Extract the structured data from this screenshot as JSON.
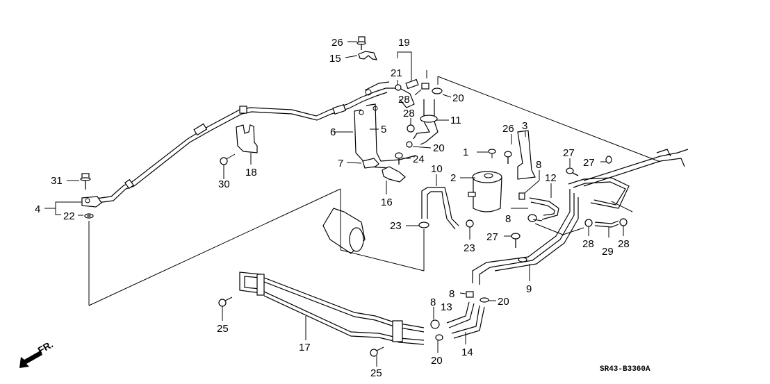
{
  "diagram": {
    "title": "Power Steering Hoses & Pipes",
    "drawing_code": "SR43-B3360A",
    "orientation_label": "FR.",
    "callouts": [
      {
        "id": "c26a",
        "label": "26"
      },
      {
        "id": "c15",
        "label": "15"
      },
      {
        "id": "c19",
        "label": "19"
      },
      {
        "id": "c21",
        "label": "21"
      },
      {
        "id": "c28a",
        "label": "28"
      },
      {
        "id": "c20a",
        "label": "20"
      },
      {
        "id": "c28b",
        "label": "28"
      },
      {
        "id": "c11",
        "label": "11"
      },
      {
        "id": "c6",
        "label": "6"
      },
      {
        "id": "c5",
        "label": "5"
      },
      {
        "id": "c20b",
        "label": "20"
      },
      {
        "id": "c1",
        "label": "1"
      },
      {
        "id": "c26b",
        "label": "26"
      },
      {
        "id": "c3",
        "label": "3"
      },
      {
        "id": "c7",
        "label": "7"
      },
      {
        "id": "c24",
        "label": "24"
      },
      {
        "id": "c10",
        "label": "10"
      },
      {
        "id": "c2",
        "label": "2"
      },
      {
        "id": "c8a",
        "label": "8"
      },
      {
        "id": "c12",
        "label": "12"
      },
      {
        "id": "c27a",
        "label": "27"
      },
      {
        "id": "c27b",
        "label": "27"
      },
      {
        "id": "c31",
        "label": "31"
      },
      {
        "id": "c30",
        "label": "30"
      },
      {
        "id": "c18",
        "label": "18"
      },
      {
        "id": "c16",
        "label": "16"
      },
      {
        "id": "c4",
        "label": "4"
      },
      {
        "id": "c22",
        "label": "22"
      },
      {
        "id": "c23a",
        "label": "23"
      },
      {
        "id": "c23b",
        "label": "23"
      },
      {
        "id": "c8b",
        "label": "8"
      },
      {
        "id": "c27c",
        "label": "27"
      },
      {
        "id": "c28c",
        "label": "28"
      },
      {
        "id": "c29",
        "label": "29"
      },
      {
        "id": "c28d",
        "label": "28"
      },
      {
        "id": "c9",
        "label": "9"
      },
      {
        "id": "c8c",
        "label": "8"
      },
      {
        "id": "c20c",
        "label": "20"
      },
      {
        "id": "c8d",
        "label": "8"
      },
      {
        "id": "c13",
        "label": "13"
      },
      {
        "id": "c25a",
        "label": "25"
      },
      {
        "id": "c17",
        "label": "17"
      },
      {
        "id": "c14",
        "label": "14"
      },
      {
        "id": "c20d",
        "label": "20"
      },
      {
        "id": "c25b",
        "label": "25"
      }
    ]
  }
}
